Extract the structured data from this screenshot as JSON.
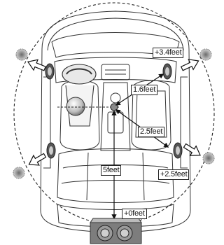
{
  "labels": {
    "front_right_offset": "+3.4feet",
    "listener_distance": "1.6feet",
    "rear_right_distance": "2.5feet",
    "rear_right_offset": "+2.5feet",
    "subwoofer_distance": "5feet",
    "subwoofer_offset": "+0feet"
  },
  "colors": {
    "line": "#111111",
    "speaker_grey": "#9a9a9a",
    "car_outline": "#333333",
    "subwoofer_body": "#7d7d7d"
  }
}
